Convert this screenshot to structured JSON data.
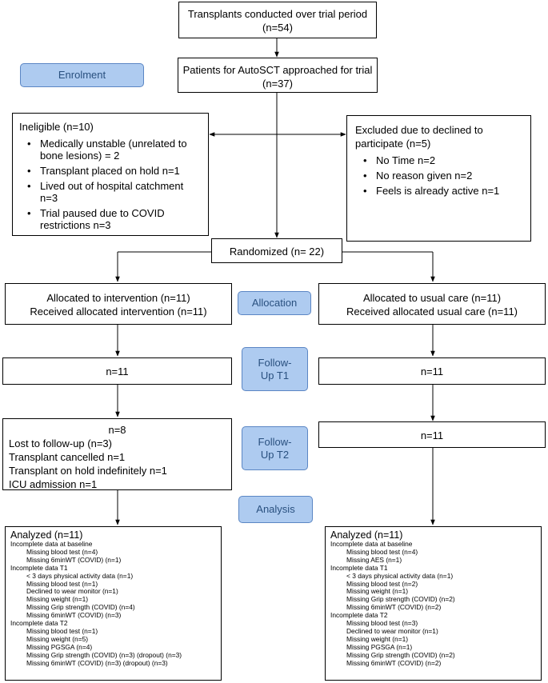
{
  "top_box": {
    "title": "Transplants conducted over trial period",
    "count": "(n=54)"
  },
  "approached_box": {
    "title": "Patients for AutoSCT approached for trial",
    "count": "(n=37)"
  },
  "stage_labels": {
    "enrolment": "Enrolment",
    "allocation": "Allocation",
    "followup_t1": "Follow-Up T1",
    "followup_t2": "Follow-Up T2",
    "analysis": "Analysis"
  },
  "ineligible_box": {
    "title": "Ineligible (n=10)",
    "items": [
      "Medically unstable (unrelated to bone lesions) = 2",
      "Transplant placed on hold n=1",
      "Lived out of hospital catchment n=3",
      "Trial paused due to COVID restrictions n=3"
    ]
  },
  "excluded_box": {
    "title": "Excluded due to declined to participate (n=5)",
    "items": [
      "No Time n=2",
      "No reason given n=2",
      "Feels is already active n=1"
    ]
  },
  "randomized_box": {
    "text": "Randomized (n= 22)"
  },
  "intervention_alloc": {
    "line1": "Allocated to intervention (n=11)",
    "line2": "Received allocated intervention (n=11)"
  },
  "usualcare_alloc": {
    "line1": "Allocated to usual care (n=11)",
    "line2": "Received allocated usual care (n=11)"
  },
  "intervention_t1": {
    "text": "n=11"
  },
  "usualcare_t1": {
    "text": "n=11"
  },
  "intervention_t2": {
    "count": "n=8",
    "lines": [
      "Lost to follow-up (n=3)",
      "Transplant cancelled n=1",
      "Transplant on hold indefinitely n=1",
      "ICU admission n=1"
    ]
  },
  "usualcare_t2": {
    "text": "n=11"
  },
  "intervention_analysis": {
    "title": "Analyzed (n=11)",
    "lines": [
      {
        "indent": 1,
        "text": "Incomplete data at baseline"
      },
      {
        "indent": 2,
        "text": "Missing blood test (n=4)"
      },
      {
        "indent": 2,
        "text": "Missing 6minWT (COVID) (n=1)"
      },
      {
        "indent": 1,
        "text": "Incomplete data T1"
      },
      {
        "indent": 2,
        "text": "< 3 days physical activity data (n=1)"
      },
      {
        "indent": 2,
        "text": "Missing blood test (n=1)"
      },
      {
        "indent": 2,
        "text": "Declined to wear monitor (n=1)"
      },
      {
        "indent": 2,
        "text": "Missing weight (n=1)"
      },
      {
        "indent": 2,
        "text": "Missing Grip strength (COVID) (n=4)"
      },
      {
        "indent": 2,
        "text": "Missing 6minWT (COVID) (n=3)"
      },
      {
        "indent": 1,
        "text": "Incomplete data T2"
      },
      {
        "indent": 2,
        "text": "Missing blood test (n=1)"
      },
      {
        "indent": 2,
        "text": "Missing weight (n=5)"
      },
      {
        "indent": 2,
        "text": "Missing PGSGA (n=4)"
      },
      {
        "indent": 2,
        "text": "Missing Grip strength (COVID) (n=3) (dropout) (n=3)"
      },
      {
        "indent": 2,
        "text": "Missing 6minWT (COVID) (n=3) (dropout) (n=3)"
      }
    ]
  },
  "usualcare_analysis": {
    "title": "Analyzed (n=11)",
    "lines": [
      {
        "indent": 1,
        "text": "Incomplete data at baseline"
      },
      {
        "indent": 2,
        "text": "Missing blood test (n=4)"
      },
      {
        "indent": 2,
        "text": "Missing AES (n=1)"
      },
      {
        "indent": 1,
        "text": "Incomplete data T1"
      },
      {
        "indent": 2,
        "text": "< 3 days physical activity data (n=1)"
      },
      {
        "indent": 2,
        "text": "Missing blood test (n=2)"
      },
      {
        "indent": 2,
        "text": "Missing weight (n=1)"
      },
      {
        "indent": 2,
        "text": "Missing Grip strength (COVID) (n=2)"
      },
      {
        "indent": 2,
        "text": "Missing 6minWT (COVID) (n=2)"
      },
      {
        "indent": 1,
        "text": "Incomplete data T2"
      },
      {
        "indent": 2,
        "text": "Missing blood test (n=3)"
      },
      {
        "indent": 2,
        "text": "Declined to wear monitor (n=1)"
      },
      {
        "indent": 2,
        "text": "Missing weight (n=1)"
      },
      {
        "indent": 2,
        "text": "Missing PGSGA (n=1)"
      },
      {
        "indent": 2,
        "text": "Missing Grip strength (COVID) (n=2)"
      },
      {
        "indent": 2,
        "text": "Missing 6minWT (COVID) (n=2)"
      }
    ]
  }
}
